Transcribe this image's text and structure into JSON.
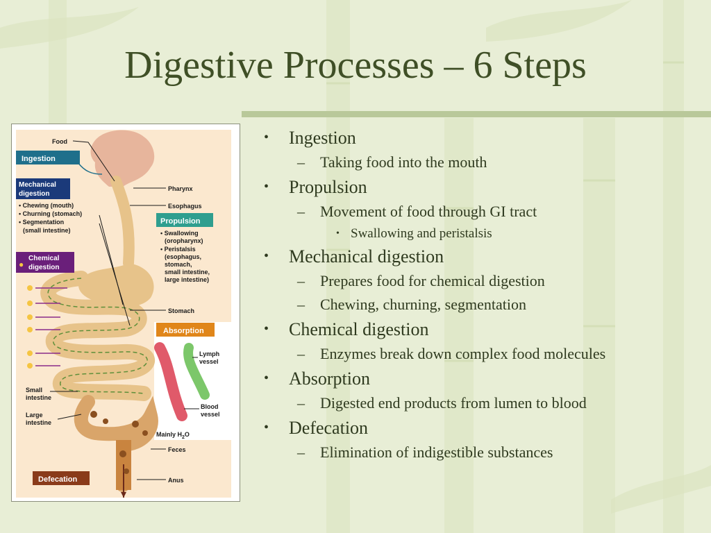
{
  "slide": {
    "title": "Digestive Processes – 6 Steps"
  },
  "bullets": [
    {
      "level": 1,
      "marker": "•",
      "text": "Ingestion"
    },
    {
      "level": 2,
      "marker": "–",
      "text": "Taking food into the mouth"
    },
    {
      "level": 1,
      "marker": "•",
      "text": "Propulsion"
    },
    {
      "level": 2,
      "marker": "–",
      "text": "Movement of food through GI tract"
    },
    {
      "level": 3,
      "marker": "•",
      "text": "Swallowing and peristalsis"
    },
    {
      "level": 1,
      "marker": "•",
      "text": "Mechanical digestion"
    },
    {
      "level": 2,
      "marker": "–",
      "text": "Prepares food for chemical digestion"
    },
    {
      "level": 2,
      "marker": "–",
      "text": "Chewing, churning, segmentation"
    },
    {
      "level": 1,
      "marker": "•",
      "text": "Chemical digestion"
    },
    {
      "level": 2,
      "marker": "–",
      "text": "Enzymes break down complex food molecules"
    },
    {
      "level": 1,
      "marker": "•",
      "text": "Absorption"
    },
    {
      "level": 2,
      "marker": "–",
      "text": "Digested end products from lumen to blood"
    },
    {
      "level": 1,
      "marker": "•",
      "text": "Defecation"
    },
    {
      "level": 2,
      "marker": "–",
      "text": "Elimination of indigestible substances"
    }
  ],
  "figure": {
    "boxes": {
      "ingestion": "Ingestion",
      "mechanical_1": "Mechanical",
      "mechanical_2": "digestion",
      "propulsion": "Propulsion",
      "chemical_1": "Chemical",
      "chemical_2": "digestion",
      "absorption": "Absorption",
      "defecation": "Defecation"
    },
    "labels": {
      "food": "Food",
      "pharynx": "Pharynx",
      "esophagus": "Esophagus",
      "stomach": "Stomach",
      "lymph_1": "Lymph",
      "lymph_2": "vessel",
      "small_1": "Small",
      "small_2": "intestine",
      "large_1": "Large",
      "large_2": "intestine",
      "blood_1": "Blood",
      "blood_2": "vessel",
      "mainly": "Mainly H",
      "mainly_sub": "2",
      "mainly_end": "O",
      "feces": "Feces",
      "anus": "Anus"
    },
    "mechanical_list": [
      "• Chewing (mouth)",
      "• Churning (stomach)",
      "• Segmentation",
      "(small intestine)"
    ],
    "propulsion_list": [
      "• Swallowing",
      "(oropharynx)",
      "• Peristalsis",
      "(esophagus,",
      "stomach,",
      "small intestine,",
      "large intestine)"
    ],
    "colors": {
      "ingestion": "#1f6f8b",
      "mechanical": "#1b3a7a",
      "propulsion": "#2f9e8f",
      "chemical": "#6a1f7a",
      "absorption": "#e0861a",
      "defecation": "#8a3b1a",
      "tract": "#e7c38a",
      "blood": "#e05a6a",
      "lymph": "#7cc76a"
    }
  }
}
